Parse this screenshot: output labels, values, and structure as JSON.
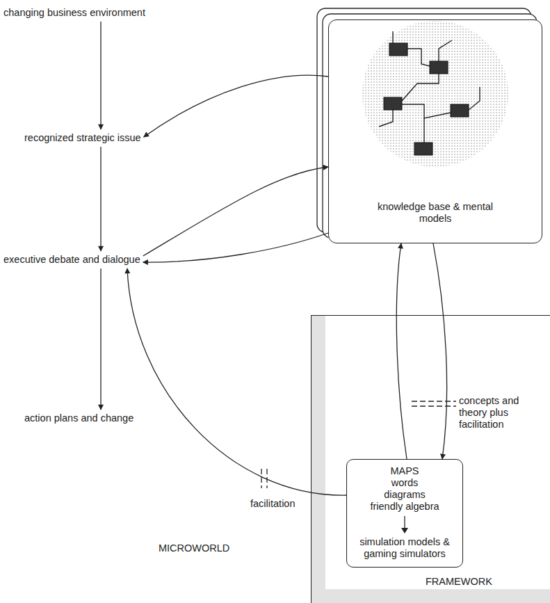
{
  "diagram": {
    "nodes": [
      {
        "text": [
          "changing business environment"
        ]
      },
      {
        "text": [
          "recognized strategic issue"
        ]
      },
      {
        "text": [
          "executive debate and dialogue"
        ]
      },
      {
        "text": [
          "action plans and change"
        ]
      },
      {
        "text": [
          "knowledge base & mental models"
        ]
      },
      {
        "text": [
          "FRAMEWORK"
        ]
      },
      {
        "text": [
          "MAPS",
          "words",
          "diagrams",
          "friendly algebra",
          "simulation models & gaming simulators"
        ],
        "in": 5
      }
    ],
    "edges": [
      {
        "from": 0,
        "to": 1,
        "arrow": "to"
      },
      {
        "from": 1,
        "to": 2,
        "arrow": "to"
      },
      {
        "from": 2,
        "to": 3,
        "arrow": "to"
      },
      {
        "from": 4,
        "to": 1,
        "arrow": "to"
      },
      {
        "from": 2,
        "to": 4,
        "arrow": "to"
      },
      {
        "from": 4,
        "to": 2,
        "arrow": "to"
      },
      {
        "from": 6,
        "to": 4,
        "arrow": "to"
      },
      {
        "from": 4,
        "to": 6,
        "arrow": "to",
        "label": "concepts and theory plus facilitation"
      },
      {
        "from": 6,
        "to": 2,
        "arrow": "to",
        "label": "facilitation"
      }
    ],
    "labels": [
      "MICROWORLD"
    ]
  }
}
